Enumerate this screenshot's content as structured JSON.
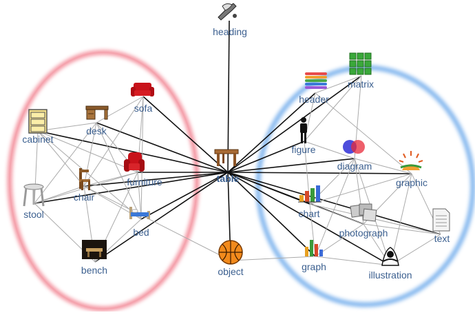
{
  "diagram": {
    "center": {
      "label": "table",
      "icon": "table-icon"
    },
    "groups": [
      {
        "name": "furniture-cluster",
        "color": "#f07080"
      },
      {
        "name": "graphics-cluster",
        "color": "#5a9ee8"
      }
    ],
    "nodes": [
      {
        "id": "heading",
        "label": "heading",
        "icon": "pen-icon"
      },
      {
        "id": "sofa",
        "label": "sofa",
        "icon": "sofa-icon"
      },
      {
        "id": "desk",
        "label": "desk",
        "icon": "desk-icon"
      },
      {
        "id": "cabinet",
        "label": "cabinet",
        "icon": "cabinet-icon"
      },
      {
        "id": "furniture",
        "label": "furniture",
        "icon": "armchair-icon"
      },
      {
        "id": "chair",
        "label": "chair",
        "icon": "chair-icon"
      },
      {
        "id": "stool",
        "label": "stool",
        "icon": "stool-icon"
      },
      {
        "id": "bed",
        "label": "bed",
        "icon": "bed-icon"
      },
      {
        "id": "bench",
        "label": "bench",
        "icon": "bench-icon"
      },
      {
        "id": "object",
        "label": "object",
        "icon": "basketball-icon"
      },
      {
        "id": "table",
        "label": "table",
        "icon": "table-icon"
      },
      {
        "id": "header",
        "label": "header",
        "icon": "books-icon"
      },
      {
        "id": "matrix",
        "label": "matrix",
        "icon": "grid-icon"
      },
      {
        "id": "figure",
        "label": "figure",
        "icon": "person-icon"
      },
      {
        "id": "diagram",
        "label": "diagram",
        "icon": "venn-icon"
      },
      {
        "id": "graphic",
        "label": "graphic",
        "icon": "sun-graphic-icon"
      },
      {
        "id": "chart",
        "label": "chart",
        "icon": "bar-chart-icon"
      },
      {
        "id": "photograph",
        "label": "photograph",
        "icon": "photos-icon"
      },
      {
        "id": "text",
        "label": "text",
        "icon": "document-icon"
      },
      {
        "id": "graph",
        "label": "graph",
        "icon": "graph-icon"
      },
      {
        "id": "illustration",
        "label": "illustration",
        "icon": "drawing-icon"
      }
    ],
    "edges": [
      [
        "table",
        "heading"
      ],
      [
        "table",
        "sofa"
      ],
      [
        "table",
        "desk"
      ],
      [
        "table",
        "cabinet"
      ],
      [
        "table",
        "furniture"
      ],
      [
        "table",
        "chair"
      ],
      [
        "table",
        "stool"
      ],
      [
        "table",
        "bed"
      ],
      [
        "table",
        "bench"
      ],
      [
        "table",
        "object"
      ],
      [
        "table",
        "header"
      ],
      [
        "table",
        "matrix"
      ],
      [
        "table",
        "figure"
      ],
      [
        "table",
        "diagram"
      ],
      [
        "table",
        "graphic"
      ],
      [
        "table",
        "chart"
      ],
      [
        "table",
        "photograph"
      ],
      [
        "table",
        "text"
      ],
      [
        "table",
        "graph"
      ],
      [
        "table",
        "illustration"
      ],
      [
        "sofa",
        "desk"
      ],
      [
        "sofa",
        "furniture"
      ],
      [
        "sofa",
        "chair"
      ],
      [
        "sofa",
        "bed"
      ],
      [
        "desk",
        "cabinet"
      ],
      [
        "desk",
        "furniture"
      ],
      [
        "desk",
        "chair"
      ],
      [
        "desk",
        "stool"
      ],
      [
        "desk",
        "bed"
      ],
      [
        "cabinet",
        "furniture"
      ],
      [
        "cabinet",
        "stool"
      ],
      [
        "cabinet",
        "chair"
      ],
      [
        "cabinet",
        "bed"
      ],
      [
        "furniture",
        "chair"
      ],
      [
        "furniture",
        "bed"
      ],
      [
        "furniture",
        "stool"
      ],
      [
        "furniture",
        "bench"
      ],
      [
        "chair",
        "stool"
      ],
      [
        "chair",
        "bench"
      ],
      [
        "chair",
        "bed"
      ],
      [
        "chair",
        "object"
      ],
      [
        "stool",
        "bench"
      ],
      [
        "bed",
        "bench"
      ],
      [
        "header",
        "matrix"
      ],
      [
        "header",
        "figure"
      ],
      [
        "header",
        "graphic"
      ],
      [
        "matrix",
        "diagram"
      ],
      [
        "matrix",
        "figure"
      ],
      [
        "figure",
        "diagram"
      ],
      [
        "figure",
        "chart"
      ],
      [
        "diagram",
        "graphic"
      ],
      [
        "diagram",
        "chart"
      ],
      [
        "diagram",
        "photograph"
      ],
      [
        "diagram",
        "graph"
      ],
      [
        "diagram",
        "illustration"
      ],
      [
        "graphic",
        "photograph"
      ],
      [
        "graphic",
        "text"
      ],
      [
        "graphic",
        "illustration"
      ],
      [
        "graphic",
        "chart"
      ],
      [
        "chart",
        "photograph"
      ],
      [
        "chart",
        "graph"
      ],
      [
        "chart",
        "text"
      ],
      [
        "photograph",
        "text"
      ],
      [
        "photograph",
        "graph"
      ],
      [
        "photograph",
        "illustration"
      ],
      [
        "graph",
        "illustration"
      ],
      [
        "text",
        "illustration"
      ],
      [
        "graph",
        "object"
      ]
    ]
  }
}
